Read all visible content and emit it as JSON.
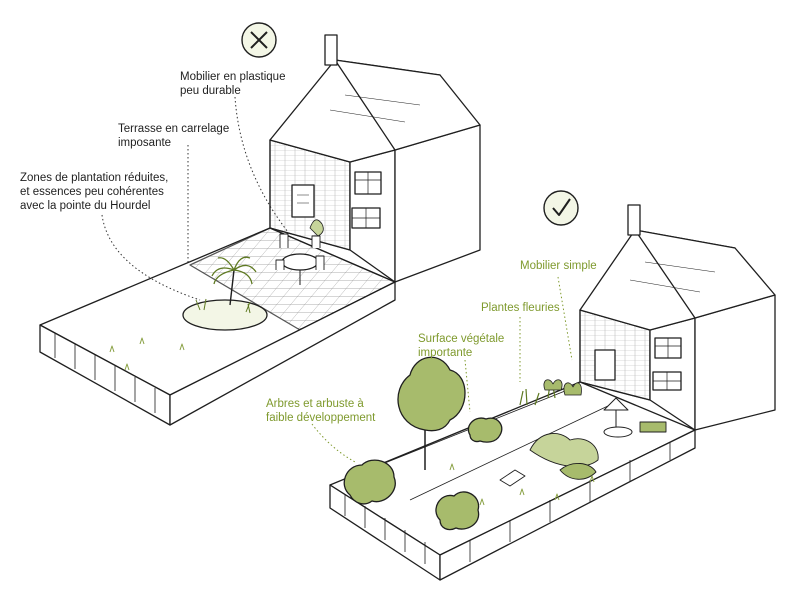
{
  "colors": {
    "ink": "#1f1f1f",
    "accent_green": "#7f9a2e",
    "leaf_green": "#a7bb6c",
    "leaf_light": "#c6d49a"
  },
  "scenes": {
    "bad": {
      "verdict_icon": "cross-icon",
      "labels": {
        "furniture": "Mobilier en plastique\npeu durable",
        "terrace": "Terrasse en carrelage\nimposante",
        "planting": "Zones de plantation réduites,\net essences peu cohérentes\navec la pointe du Hourdel"
      }
    },
    "good": {
      "verdict_icon": "check-icon",
      "labels": {
        "furniture": "Mobilier simple",
        "flowers": "Plantes fleuries",
        "vegetal_surface": "Surface végétale\nimportante",
        "trees": "Arbres et arbuste à\nfaible développement"
      }
    }
  }
}
